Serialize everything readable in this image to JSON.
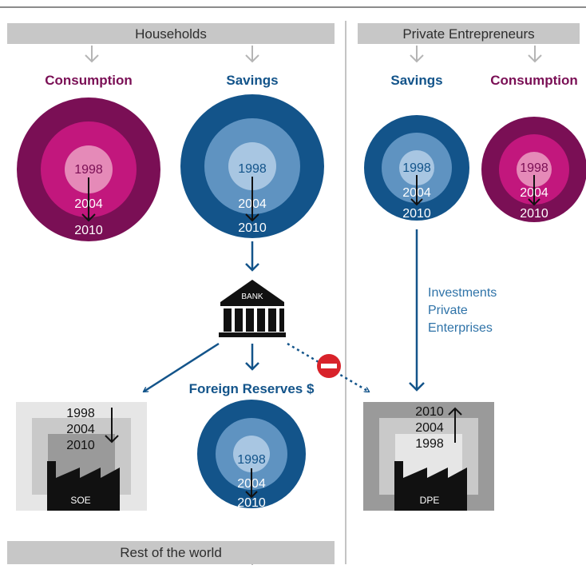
{
  "colors": {
    "consumption": "#7a0f55",
    "consumption_mid": "#c2177d",
    "consumption_inner": "#e58ab8",
    "savings": "#13548a",
    "savings_mid": "#5f93c1",
    "savings_inner": "#a8c6e2",
    "bar": "#c7c7c7",
    "arrow_gray": "#b5b5b5",
    "arrow_blue": "#13548a"
  },
  "bars": {
    "households": "Households",
    "private_entrepreneurs": "Private Entrepreneurs",
    "rest_of_world": "Rest of the world"
  },
  "headings": {
    "household_consumption": "Consumption",
    "household_savings": "Savings",
    "entrepreneur_savings": "Savings",
    "entrepreneur_consumption": "Consumption",
    "foreign_reserves": "Foreign Reserves $"
  },
  "years": {
    "y1998": "1998",
    "y2004": "2004",
    "y2010": "2010"
  },
  "bank_label": "BANK",
  "investments": {
    "line1": "Investments",
    "line2": "Private",
    "line3": "Enterprises"
  },
  "factories": {
    "soe": "SOE",
    "dpe": "DPE"
  }
}
